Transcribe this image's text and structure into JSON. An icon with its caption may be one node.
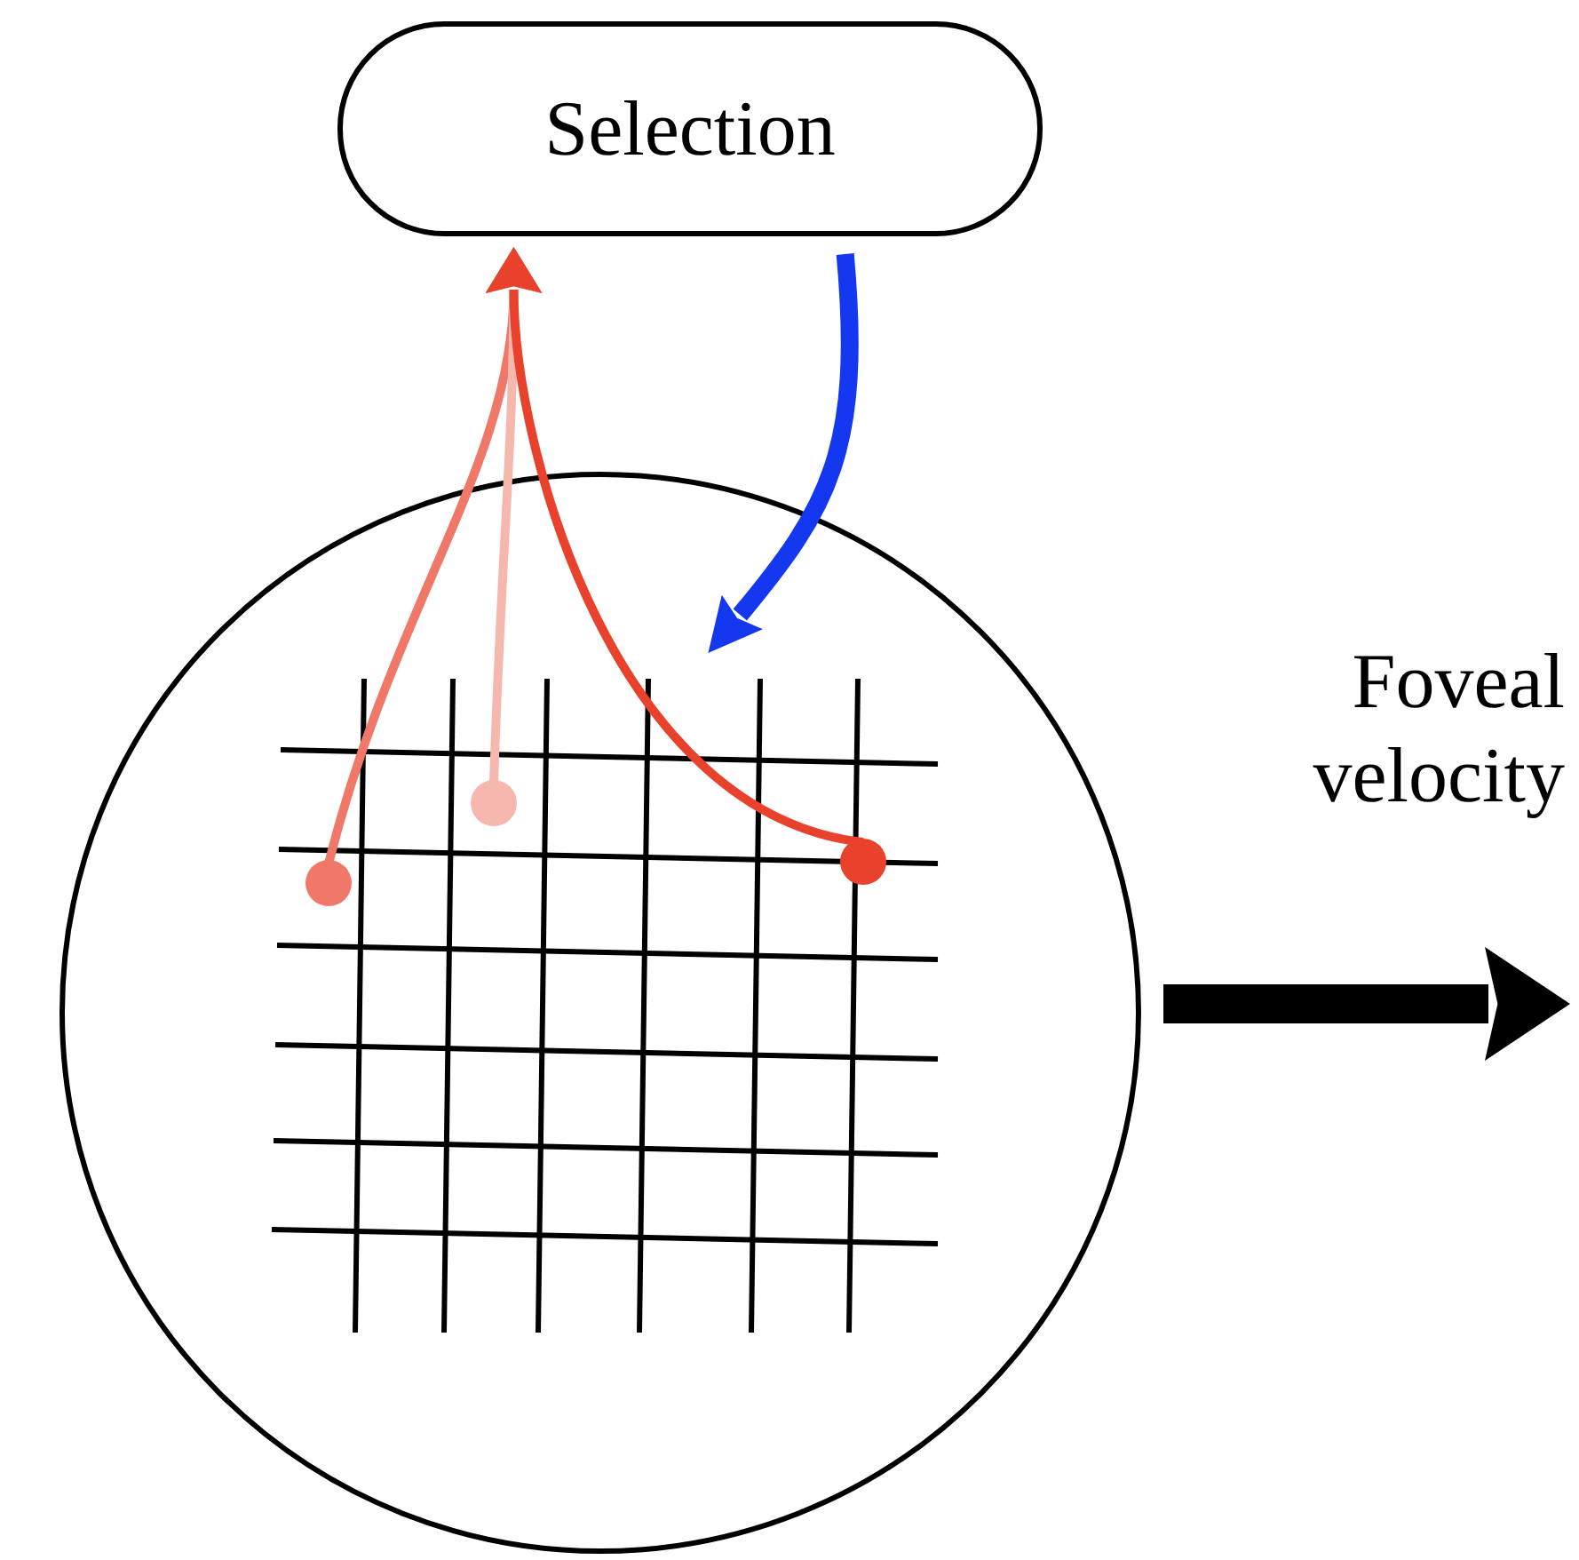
{
  "diagram": {
    "nodes": [
      {
        "text": [
          "Selection"
        ]
      },
      {
        "text": [],
        "shape": "circle"
      },
      {
        "text": [],
        "shape": "grid",
        "in": 1
      },
      {
        "text": [],
        "shape": "circle",
        "in": 2
      },
      {
        "text": [],
        "shape": "circle",
        "in": 2
      },
      {
        "text": [],
        "shape": "circle",
        "in": 2
      }
    ],
    "edges": [
      {
        "from": 3,
        "to": 0,
        "arrow": "to",
        "color": "#f07868"
      },
      {
        "from": 4,
        "to": 0,
        "arrow": "to",
        "color": "#f6b8ae"
      },
      {
        "from": 5,
        "to": 0,
        "arrow": "to",
        "color": "#e8412c"
      },
      {
        "from": 0,
        "to": 2,
        "arrow": "to",
        "style": "thick",
        "color": "#1438f0"
      },
      {
        "from": 1,
        "to": null,
        "arrow": "to",
        "style": "thick",
        "color": "#000000",
        "label": "Foveal velocity"
      }
    ]
  }
}
